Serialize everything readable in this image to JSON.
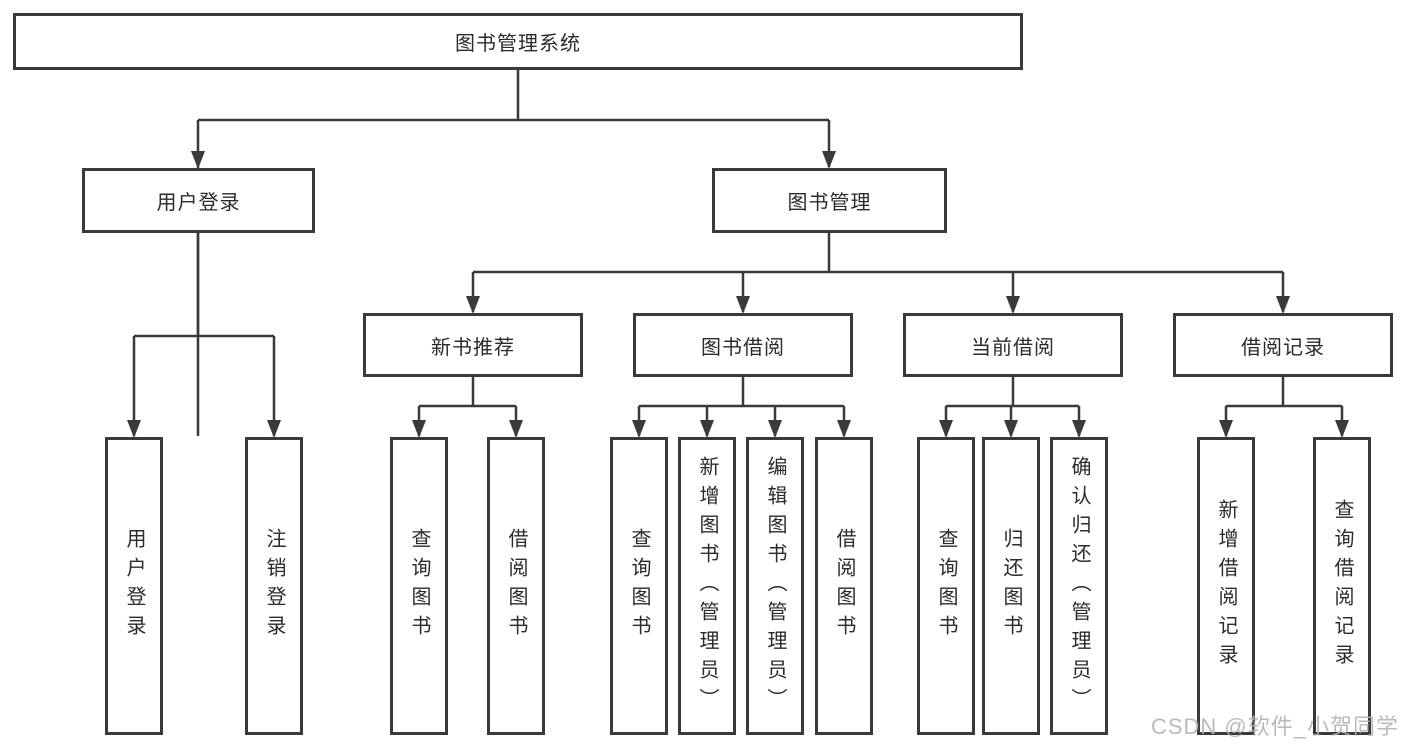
{
  "diagram": {
    "colors": {
      "line": "#3a3a3a",
      "box_border": "#3a3a3a",
      "box_fill": "#ffffff",
      "background": "#ffffff",
      "watermark": "#b2b2b2"
    },
    "tree": {
      "root": {
        "label": "图书管理系统",
        "children": [
          {
            "label": "用户登录",
            "children": [
              {
                "label": "用户登录"
              },
              {
                "label": "注销登录"
              }
            ]
          },
          {
            "label": "图书管理",
            "children": [
              {
                "label": "新书推荐",
                "children": [
                  {
                    "label": "查询图书"
                  },
                  {
                    "label": "借阅图书"
                  }
                ]
              },
              {
                "label": "图书借阅",
                "children": [
                  {
                    "label": "查询图书"
                  },
                  {
                    "label": "新增图书（管理员）"
                  },
                  {
                    "label": "编辑图书（管理员）"
                  },
                  {
                    "label": "借阅图书"
                  }
                ]
              },
              {
                "label": "当前借阅",
                "children": [
                  {
                    "label": "查询图书"
                  },
                  {
                    "label": "归还图书"
                  },
                  {
                    "label": "确认归还（管理员）"
                  }
                ]
              },
              {
                "label": "借阅记录",
                "children": [
                  {
                    "label": "新增借阅记录"
                  },
                  {
                    "label": "查询借阅记录"
                  }
                ]
              }
            ]
          }
        ]
      }
    },
    "watermark": {
      "text": "CSDN @软件_小贺同学"
    }
  }
}
